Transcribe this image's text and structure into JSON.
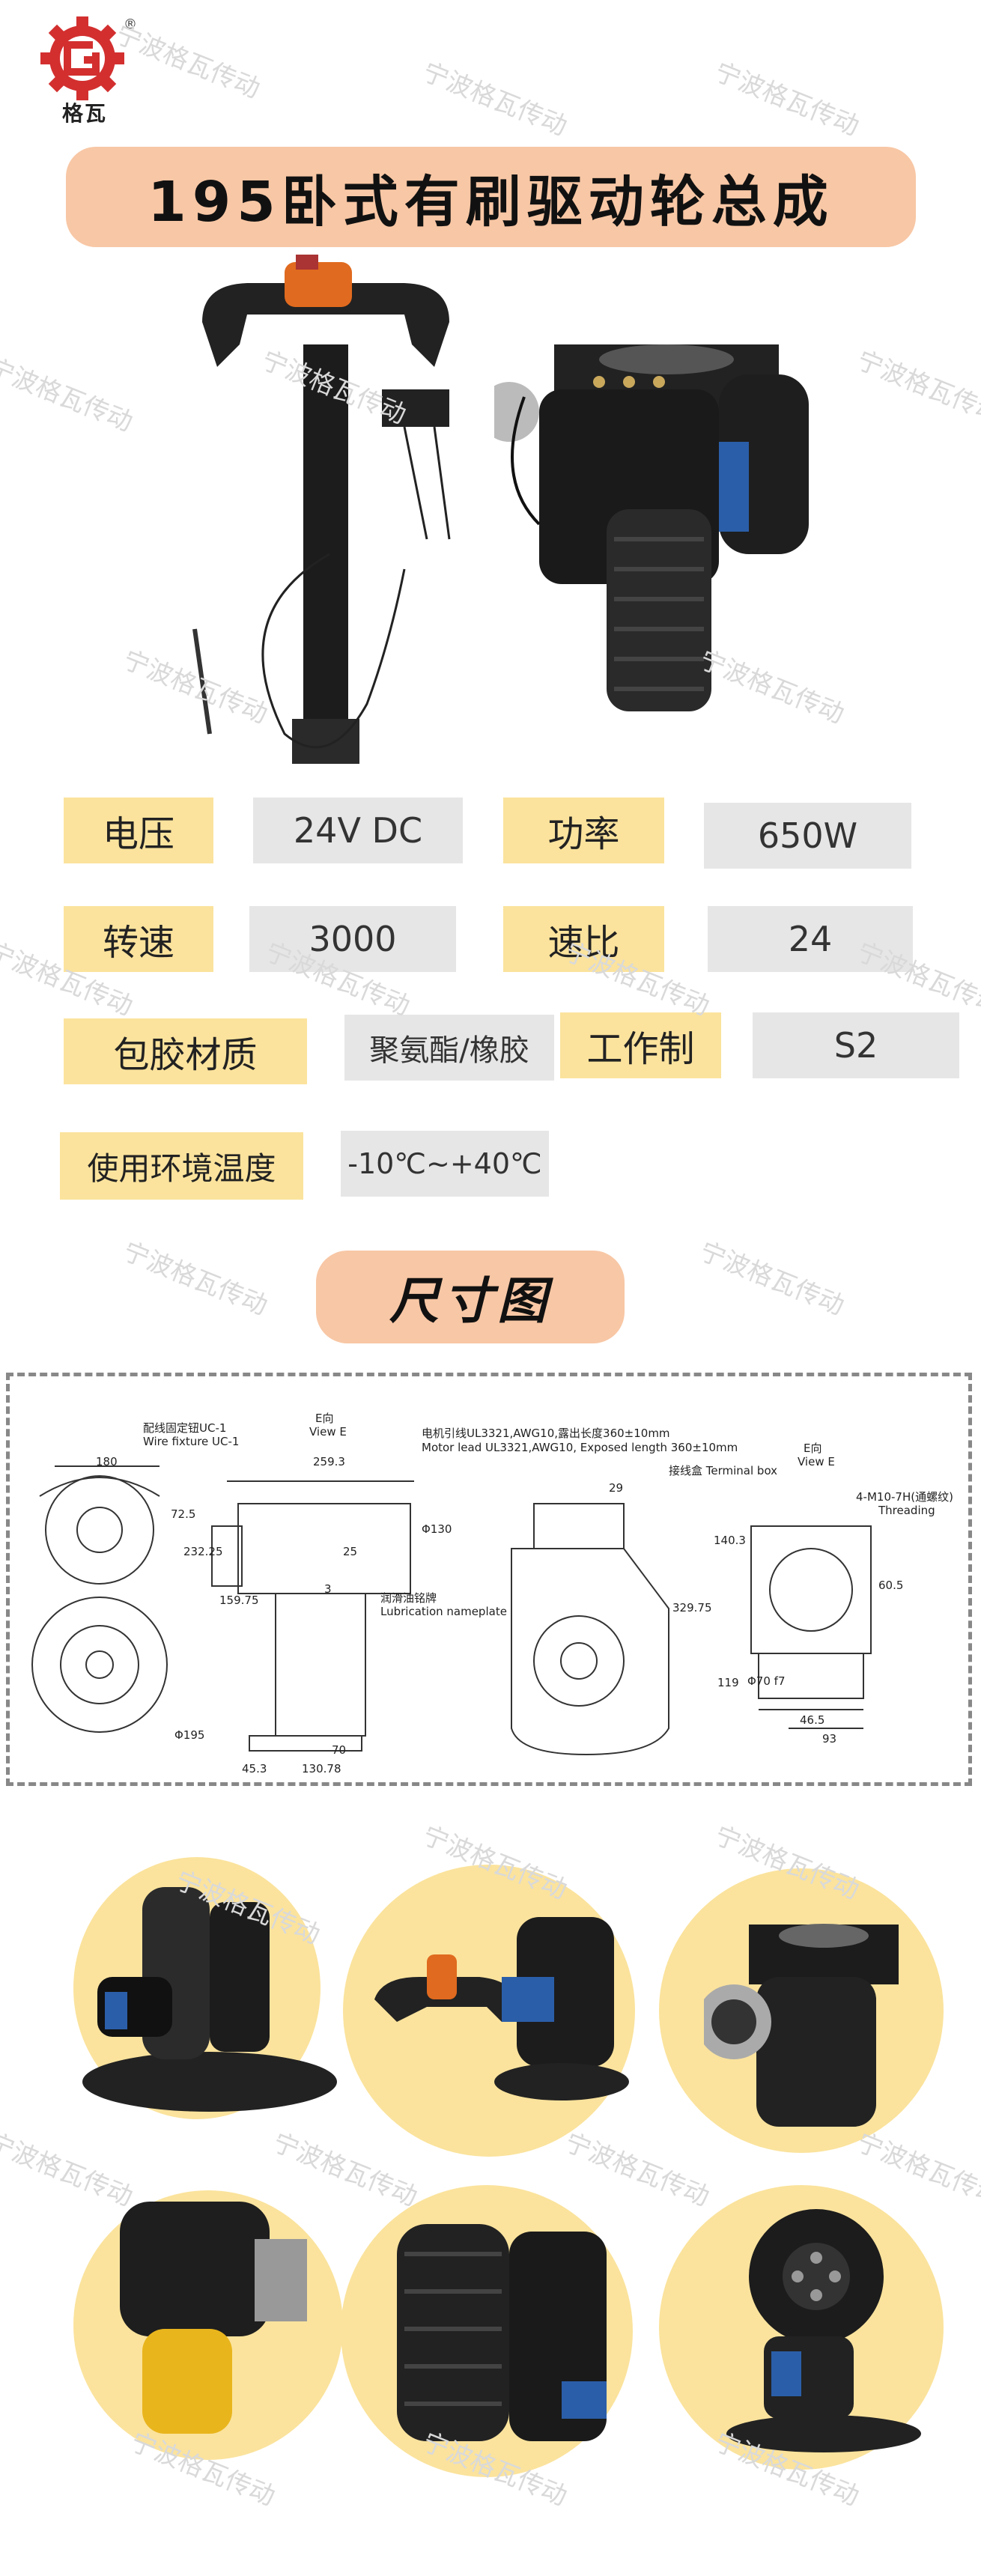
{
  "brand": {
    "name": "格瓦",
    "registered": "®"
  },
  "title": "195卧式有刷驱动轮总成",
  "specs": [
    {
      "label": "电压",
      "value": "24V DC"
    },
    {
      "label": "功率",
      "value": "650W"
    },
    {
      "label": "转速",
      "value": "3000"
    },
    {
      "label": "速比",
      "value": "24"
    },
    {
      "label": "包胶材质",
      "value": "聚氨酯/橡胶"
    },
    {
      "label": "工作制",
      "value": "S2"
    },
    {
      "label": "使用环境温度",
      "value": "-10℃~+40℃"
    }
  ],
  "section_title": "尺寸图",
  "drawing": {
    "wire_fixture_cn": "配线固定钮UC-1",
    "wire_fixture_en": "Wire fixture UC-1",
    "view_e_cn": "E向",
    "view_e_en": "View E",
    "view_e2_cn": "E向",
    "view_e2_en": "View E",
    "motor_lead_cn": "电机引线UL3321,AWG10,露出长度360±10mm",
    "motor_lead_en": "Motor lead UL3321,AWG10, Exposed length 360±10mm",
    "terminal_box": "接线盒 Terminal box",
    "threading_cn": "4-M10-7H(通螺纹)",
    "threading_en": "Threading",
    "lube_cn": "润滑油铭牌",
    "lube_en": "Lubrication nameplate",
    "dims": {
      "d180": "180",
      "d72_5": "72.5",
      "d232_25": "232.25",
      "d195": "Φ195",
      "d259_3": "259.3",
      "d130": "Φ130",
      "d159_75": "159.75",
      "d25": "25",
      "d3": "3",
      "d70": "70",
      "d45_3": "45.3",
      "d130_78": "130.78",
      "d29": "29",
      "d329_75": "329.75",
      "d140_3": "140.3",
      "d119": "119",
      "d70f": "Φ70 f7",
      "d46_5": "46.5",
      "d93": "93",
      "d60_5": "60.5"
    }
  },
  "watermark": "宁波格瓦传动",
  "colors": {
    "accent_pill": "#f8c7a5",
    "label_bg": "#fbe39d",
    "value_bg": "#e6e6e6",
    "brand_red": "#d32f2f"
  }
}
